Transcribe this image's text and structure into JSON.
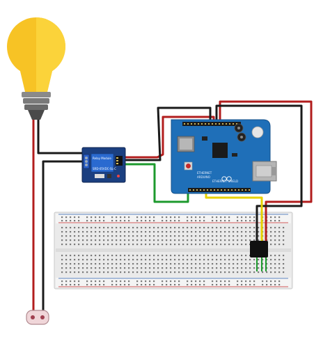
{
  "relay": {
    "line1": "Relay Module",
    "line2": "SRD-05VDC-SL-C"
  },
  "shield": {
    "label_top": "ETHERNET",
    "label_mid": "ARDUINO",
    "label_bottom": "ETHERNET SHIELD"
  },
  "breadboard": {
    "rows": 2,
    "columns": 30
  },
  "colors": {
    "wire_red": "#b21d1d",
    "wire_black": "#1a1a1a",
    "wire_green": "#1d9a2d",
    "wire_yellow": "#e6d200",
    "shield_blue": "#1f6fb8",
    "relay_blue": "#1b4fa0",
    "bulb_yellow": "#f7c325"
  }
}
